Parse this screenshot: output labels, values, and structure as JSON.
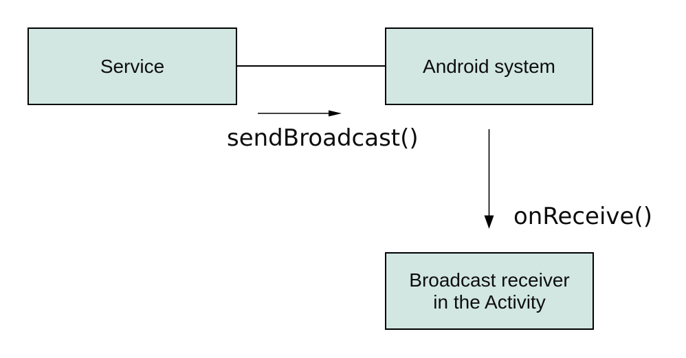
{
  "diagram": {
    "nodes": {
      "service": {
        "label": "Service"
      },
      "android_system": {
        "label": "Android system"
      },
      "broadcast_receiver": {
        "label": "Broadcast receiver\nin the Activity"
      }
    },
    "annotations": {
      "send_broadcast": {
        "label": "sendBroadcast()"
      },
      "on_receive": {
        "label": "onReceive()"
      }
    },
    "colors": {
      "background": "#ffffff",
      "node_fill": "#d2e7e2",
      "node_border": "#000000",
      "line": "#000000",
      "text": "#0d0d0d"
    }
  }
}
